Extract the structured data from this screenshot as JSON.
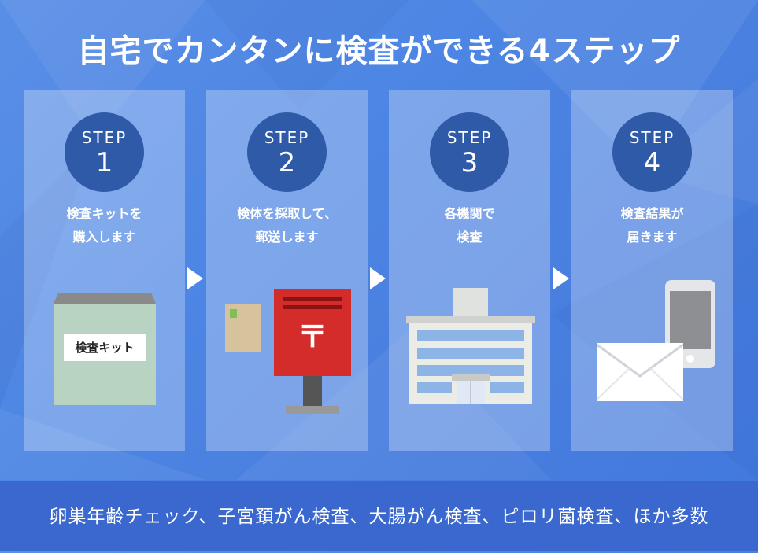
{
  "title": "自宅でカンタンに検査ができる4ステップ",
  "step_word": "STEP",
  "steps": [
    {
      "number": "1",
      "line1": "検査キットを",
      "line2": "購入します",
      "kit_label": "検査キット"
    },
    {
      "number": "2",
      "line1": "検体を採取して、",
      "line2": "郵送します"
    },
    {
      "number": "3",
      "line1": "各機関で",
      "line2": "検査"
    },
    {
      "number": "4",
      "line1": "検査結果が",
      "line2": "届きます"
    }
  ],
  "postbox_mark": "〒",
  "footer": "卵巣年齢チェック、子宮頚がん検査、大腸がん検査、ピロリ菌検査、ほか多数",
  "colors": {
    "badge": "#2f5aa8",
    "postbox": "#d42b2b",
    "footer_bg": "#3a68cf"
  }
}
